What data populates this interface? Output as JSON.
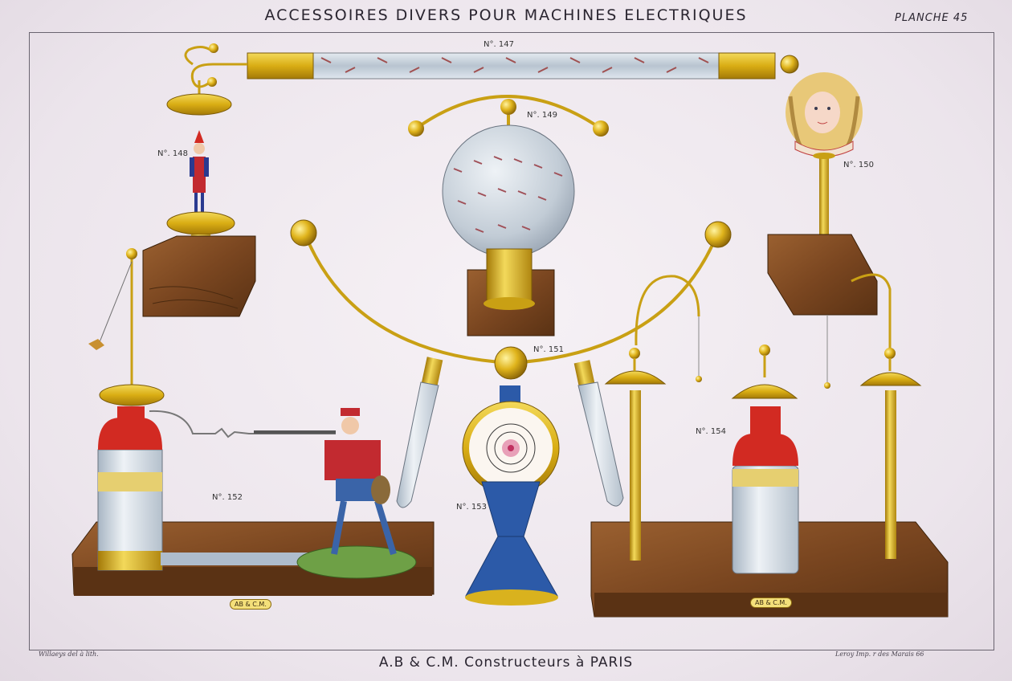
{
  "plate": {
    "title": "ACCESSOIRES DIVERS POUR MACHINES ELECTRIQUES",
    "plate_number": "PLANCHE 45",
    "footer": "A.B & C.M. Constructeurs à PARIS",
    "credit_left": "Willaeys del à lith.",
    "credit_right": "Leroy Imp. r des Marais 66"
  },
  "items": {
    "n147": "N°. 147",
    "n148": "N°. 148",
    "n149": "N°. 149",
    "n150": "N°. 150",
    "n151": "N°. 151",
    "n152": "N°. 152",
    "n153": "N°. 153",
    "n154": "N°. 154"
  },
  "stamps": {
    "left": "AB & C.M.",
    "right": "AB & C.M."
  },
  "colors": {
    "paper": "#ece6ee",
    "brass": "#d9b21e",
    "wood": "#7a4a22",
    "glass": "#c9d3dc",
    "red": "#d22a22",
    "blue": "#2c5aa8"
  }
}
